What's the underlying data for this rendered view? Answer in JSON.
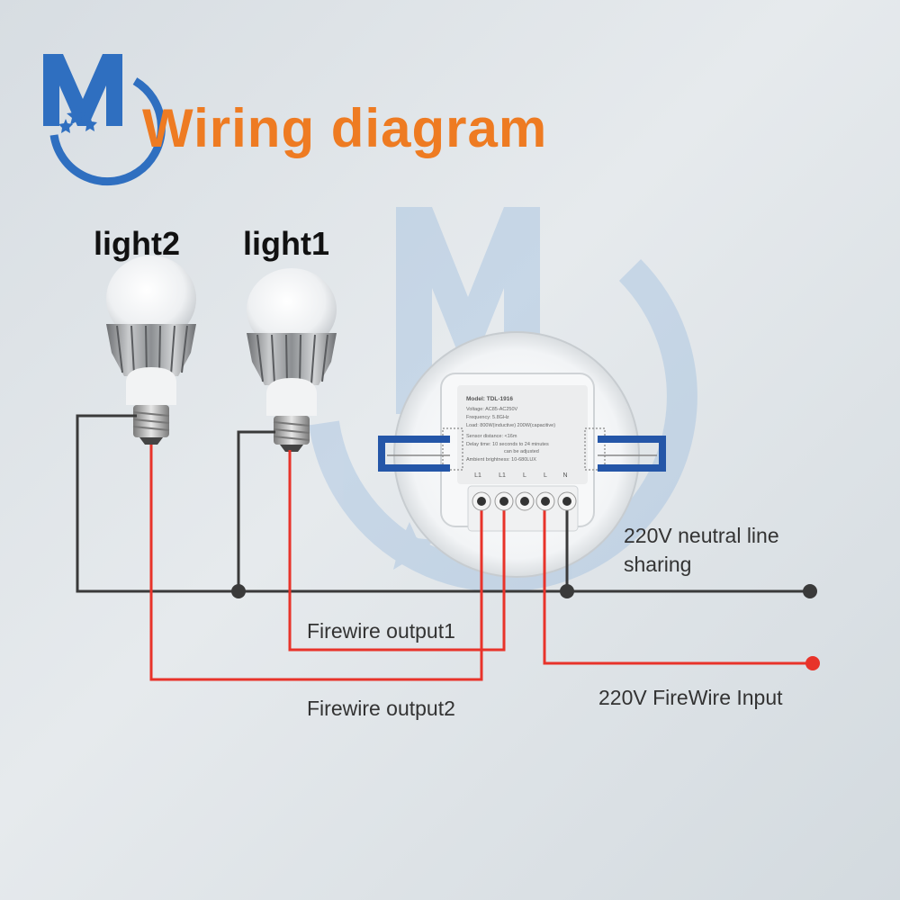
{
  "title": "Wiring diagram",
  "bulbs": [
    {
      "label": "light2"
    },
    {
      "label": "light1"
    }
  ],
  "labels": {
    "neutral_line": "220V neutral line",
    "neutral_line_2": "sharing",
    "output1": "Firewire output1",
    "output2": "Firewire output2",
    "firewire_input": "220V FireWire Input"
  },
  "sensor": {
    "model": "Model: TDL-1916",
    "specs": [
      "Voltage: AC85-AC250V",
      "Frequency: 5.8GHz",
      "Load: 800W(inductive) 200W(capacitive)",
      "Sensor distance: <16m",
      "Delay time: 10 seconds to 24 minutes",
      "can be adjusted",
      "Ambient brightness: 10-680LUX"
    ],
    "terminals": [
      "L1",
      "L1",
      "L",
      "L",
      "N"
    ]
  },
  "colors": {
    "title": "#ee7b22",
    "neutral_wire": "#3a3a3a",
    "live_wire": "#e8332a",
    "logo_blue": "#2f6fc0",
    "sensor_clip": "#2456a8"
  }
}
